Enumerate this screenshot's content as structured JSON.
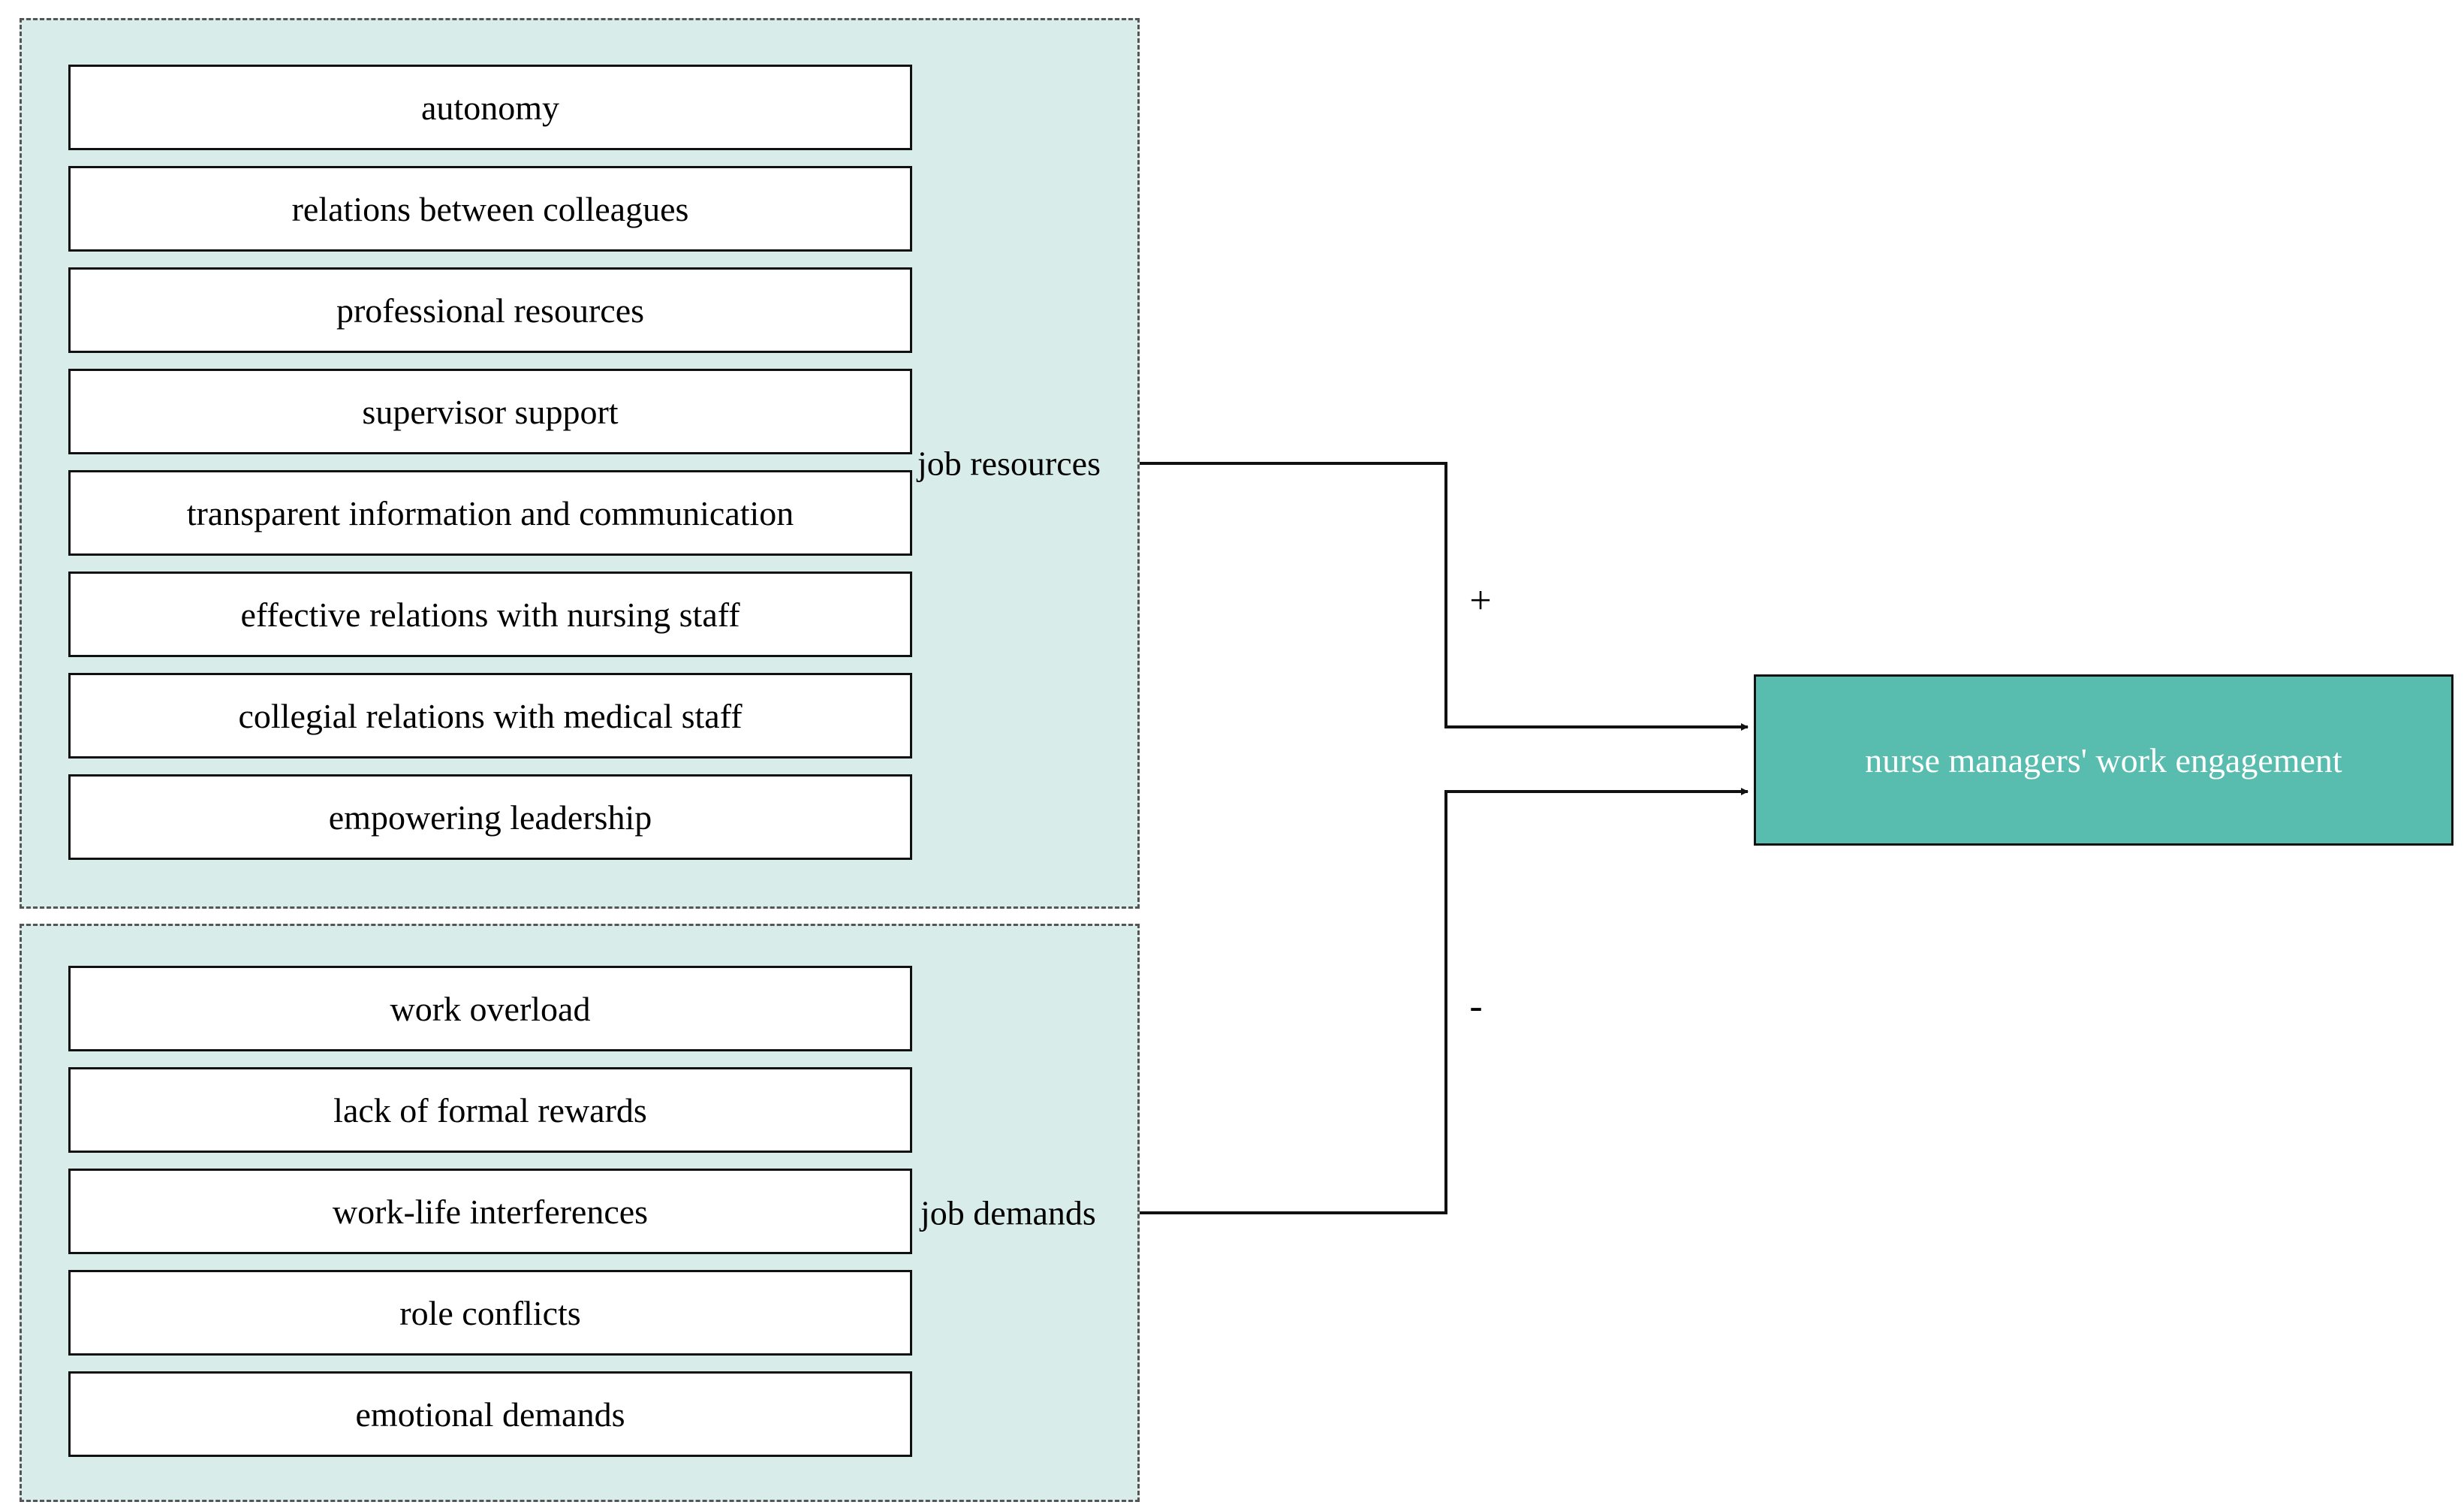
{
  "job_resources": {
    "label": "job resources",
    "factors": [
      "autonomy",
      "relations between colleagues",
      "professional resources",
      "supervisor support",
      "transparent information and communication",
      "effective relations with nursing staff",
      "collegial relations with medical staff",
      "empowering leadership"
    ]
  },
  "job_demands": {
    "label": "job demands",
    "factors": [
      "work overload",
      "lack of formal rewards",
      "work-life interferences",
      "role conflicts",
      "emotional demands"
    ]
  },
  "outcome": {
    "label": "nurse managers' work engagement"
  },
  "effects": {
    "resources_sign": "+",
    "demands_sign": "-"
  },
  "colors": {
    "group_fill": "#d8ecea",
    "outcome_fill": "#58bdae",
    "outcome_text": "#ffffff"
  }
}
